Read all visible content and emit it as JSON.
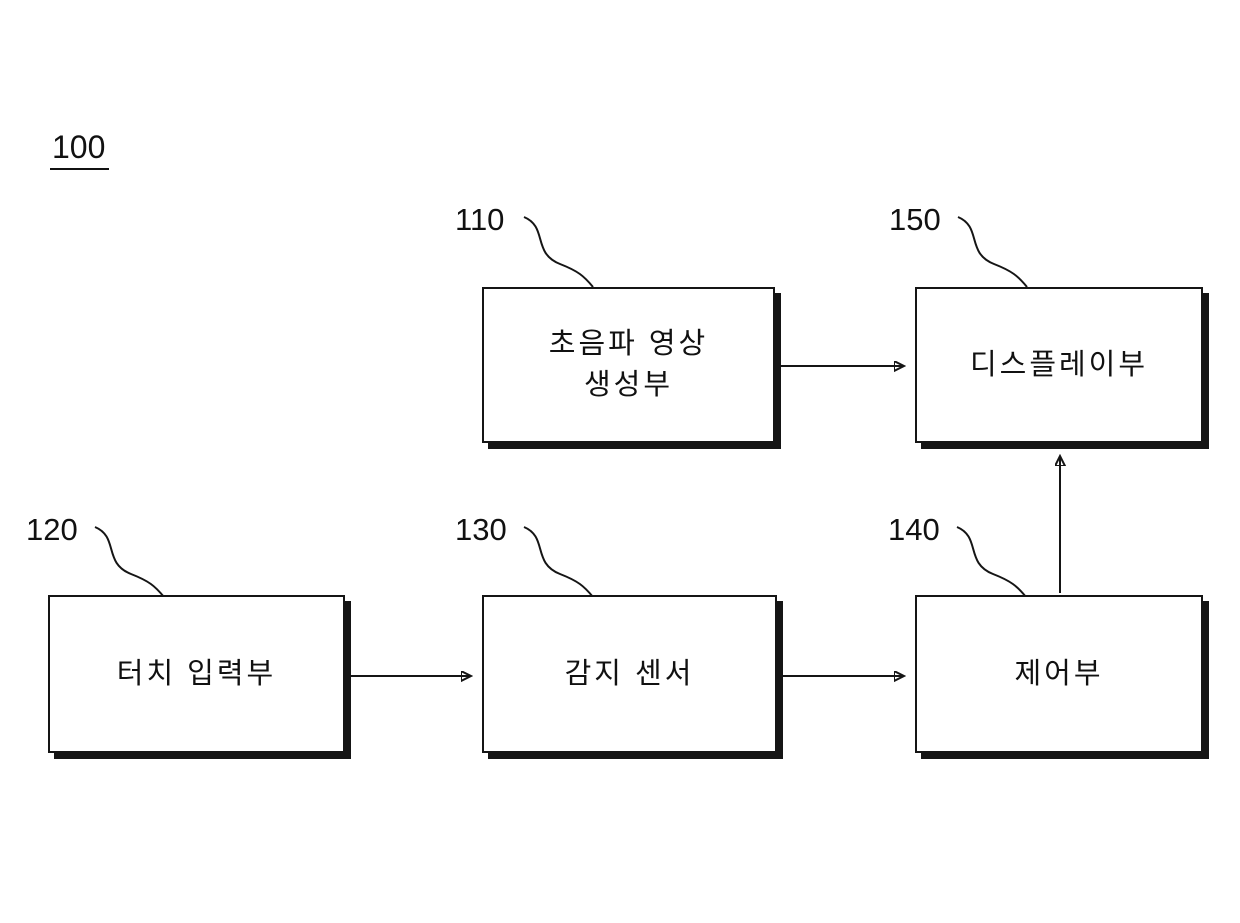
{
  "figure": {
    "number": "100"
  },
  "boxes": {
    "ultrasound_image_generator": {
      "ref": "110",
      "label_line1": "초음파 영상",
      "label_line2": "생성부"
    },
    "display_unit": {
      "ref": "150",
      "label": "디스플레이부"
    },
    "touch_input_unit": {
      "ref": "120",
      "label": "터치 입력부"
    },
    "detection_sensor": {
      "ref": "130",
      "label": "감지 센서"
    },
    "controller": {
      "ref": "140",
      "label": "제어부"
    }
  },
  "connections": [
    {
      "from": "110",
      "to": "150",
      "direction": "right"
    },
    {
      "from": "120",
      "to": "130",
      "direction": "right"
    },
    {
      "from": "130",
      "to": "140",
      "direction": "right"
    },
    {
      "from": "140",
      "to": "150",
      "direction": "up"
    }
  ],
  "colors": {
    "line": "#151515",
    "background": "#ffffff",
    "text": "#111111"
  }
}
